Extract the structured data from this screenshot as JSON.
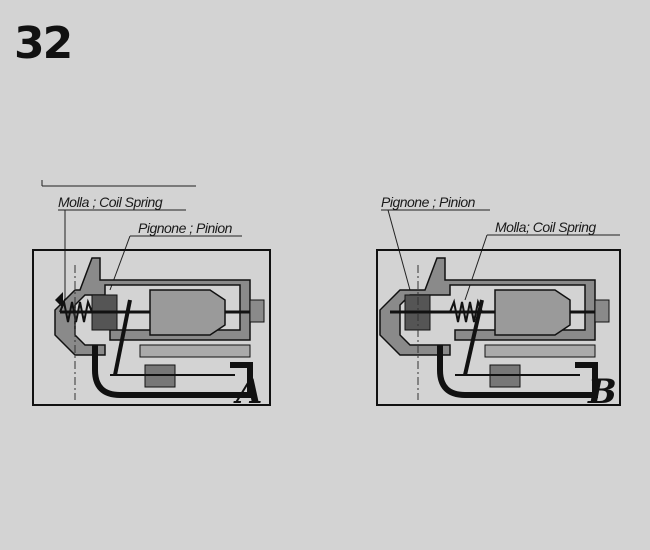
{
  "page_number": "32",
  "panels": [
    {
      "letter": "A",
      "spring_label": "Molla ; Coil Spring",
      "pinion_label": "Pignone ; Pinion"
    },
    {
      "letter": "B",
      "spring_label": "Molla; Coil Spring",
      "pinion_label": "Pignone ; Pinion"
    }
  ],
  "colors": {
    "background": "#d3d3d3",
    "ink": "#111111",
    "section_fill": "#8a8a8a"
  }
}
